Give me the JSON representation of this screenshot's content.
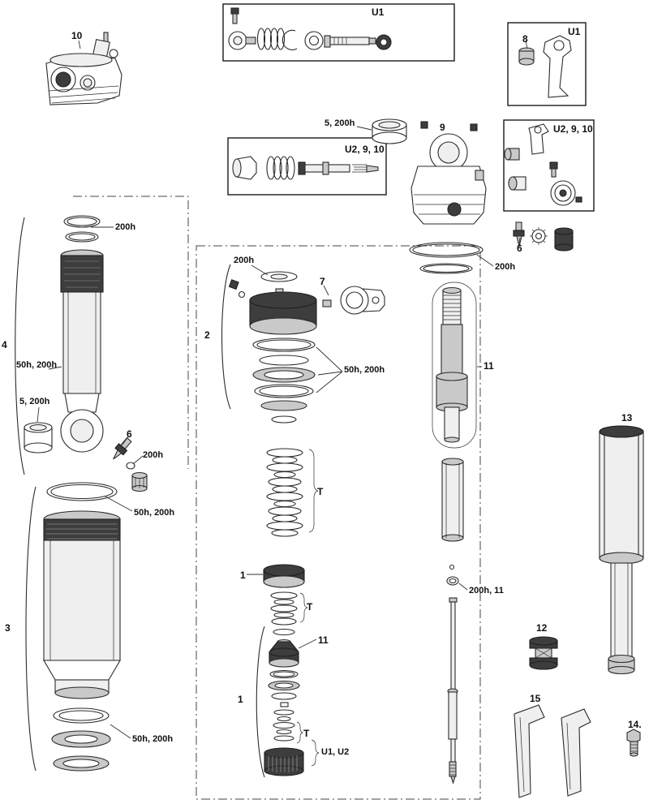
{
  "callouts": {
    "part10": "10",
    "box_u1_top": "U1",
    "box_u1_right": "U1",
    "part8": "8",
    "bushing_5_200h_top": "5, 200h",
    "part9": "9",
    "box_u2_9_10_mid": "U2, 9, 10",
    "box_u2_9_10_right": "U2, 9, 10",
    "orings_200h_top_left": "200h",
    "section4": "4",
    "seals_50h_200h_upper": "50h, 200h",
    "bushing_5_200h_left": "5, 200h",
    "part6_left": "6",
    "oring_200h_left": "200h",
    "aircan_50h_200h_top": "50h, 200h",
    "section3": "3",
    "aircan_50h_200h_bottom": "50h, 200h",
    "piston_200h": "200h",
    "section2": "2",
    "part7": "7",
    "shims_50h_200h": "50h, 200h",
    "shim_stack_t1": "T",
    "part1_upper": "1",
    "shim_stack_t2": "T",
    "part11_center": "11",
    "part1_lower": "1",
    "shim_stack_t3": "T",
    "group_u1_u2": "U1, U2",
    "part6_right": "6",
    "oring_200h_right": "200h",
    "part11_right": "11",
    "oring_200h_11": "200h, 11",
    "part13": "13",
    "part12": "12",
    "part15": "15",
    "part14": "14."
  }
}
